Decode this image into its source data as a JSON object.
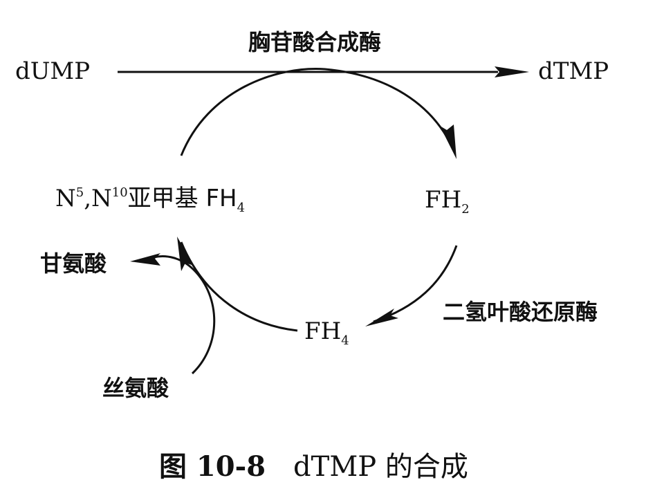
{
  "enzymes": {
    "thymidylate_synthase": "胸苷酸合成酶",
    "dihydrofolate_reductase": "二氢叶酸还原酶"
  },
  "substrates": {
    "dump": "dUMP",
    "dtmp": "dTMP"
  },
  "cofactors": {
    "methylene_prefix": "N",
    "methylene_sup1": "5",
    "methylene_mid": ",N",
    "methylene_sup2": "10",
    "methylene_suffix": "亚甲基 FH",
    "methylene_sub": "4",
    "fh2_main": "FH",
    "fh2_sub": "2",
    "fh4_main": "FH",
    "fh4_sub": "4"
  },
  "amino_acids": {
    "glycine": "甘氨酸",
    "serine": "丝氨酸"
  },
  "caption": {
    "figure_label": "图 10-8",
    "title": "dTMP 的合成"
  }
}
